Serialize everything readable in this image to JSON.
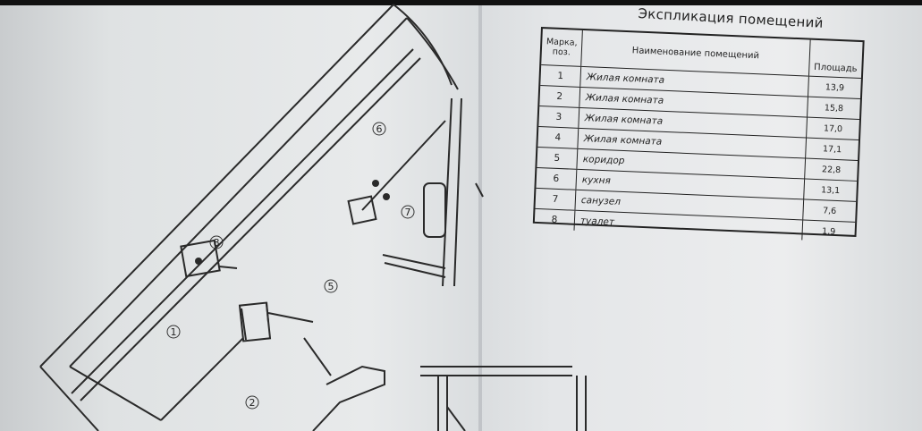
{
  "explication": {
    "title": "Экспликация помещений",
    "headers": {
      "mark": "Марка, поз.",
      "name": "Наименование помещений",
      "area": "Площадь"
    },
    "rows": [
      {
        "mark": "1",
        "name": "Жилая комната",
        "area": "13,9"
      },
      {
        "mark": "2",
        "name": "Жилая комната",
        "area": "15,8"
      },
      {
        "mark": "3",
        "name": "Жилая комната",
        "area": "17,0"
      },
      {
        "mark": "4",
        "name": "Жилая комната",
        "area": "17,1"
      },
      {
        "mark": "5",
        "name": "коридор",
        "area": "22,8"
      },
      {
        "mark": "6",
        "name": "кухня",
        "area": "13,1"
      },
      {
        "mark": "7",
        "name": "санузел",
        "area": "7,6"
      },
      {
        "mark": "8",
        "name": "туалет",
        "area": "1,9"
      }
    ]
  },
  "plan": {
    "room_markers": [
      {
        "mark": "1"
      },
      {
        "mark": "2"
      },
      {
        "mark": "5"
      },
      {
        "mark": "6"
      },
      {
        "mark": "7"
      },
      {
        "mark": "8"
      }
    ]
  },
  "colors": {
    "paper": "#e8eaeb",
    "ink": "#222222"
  }
}
